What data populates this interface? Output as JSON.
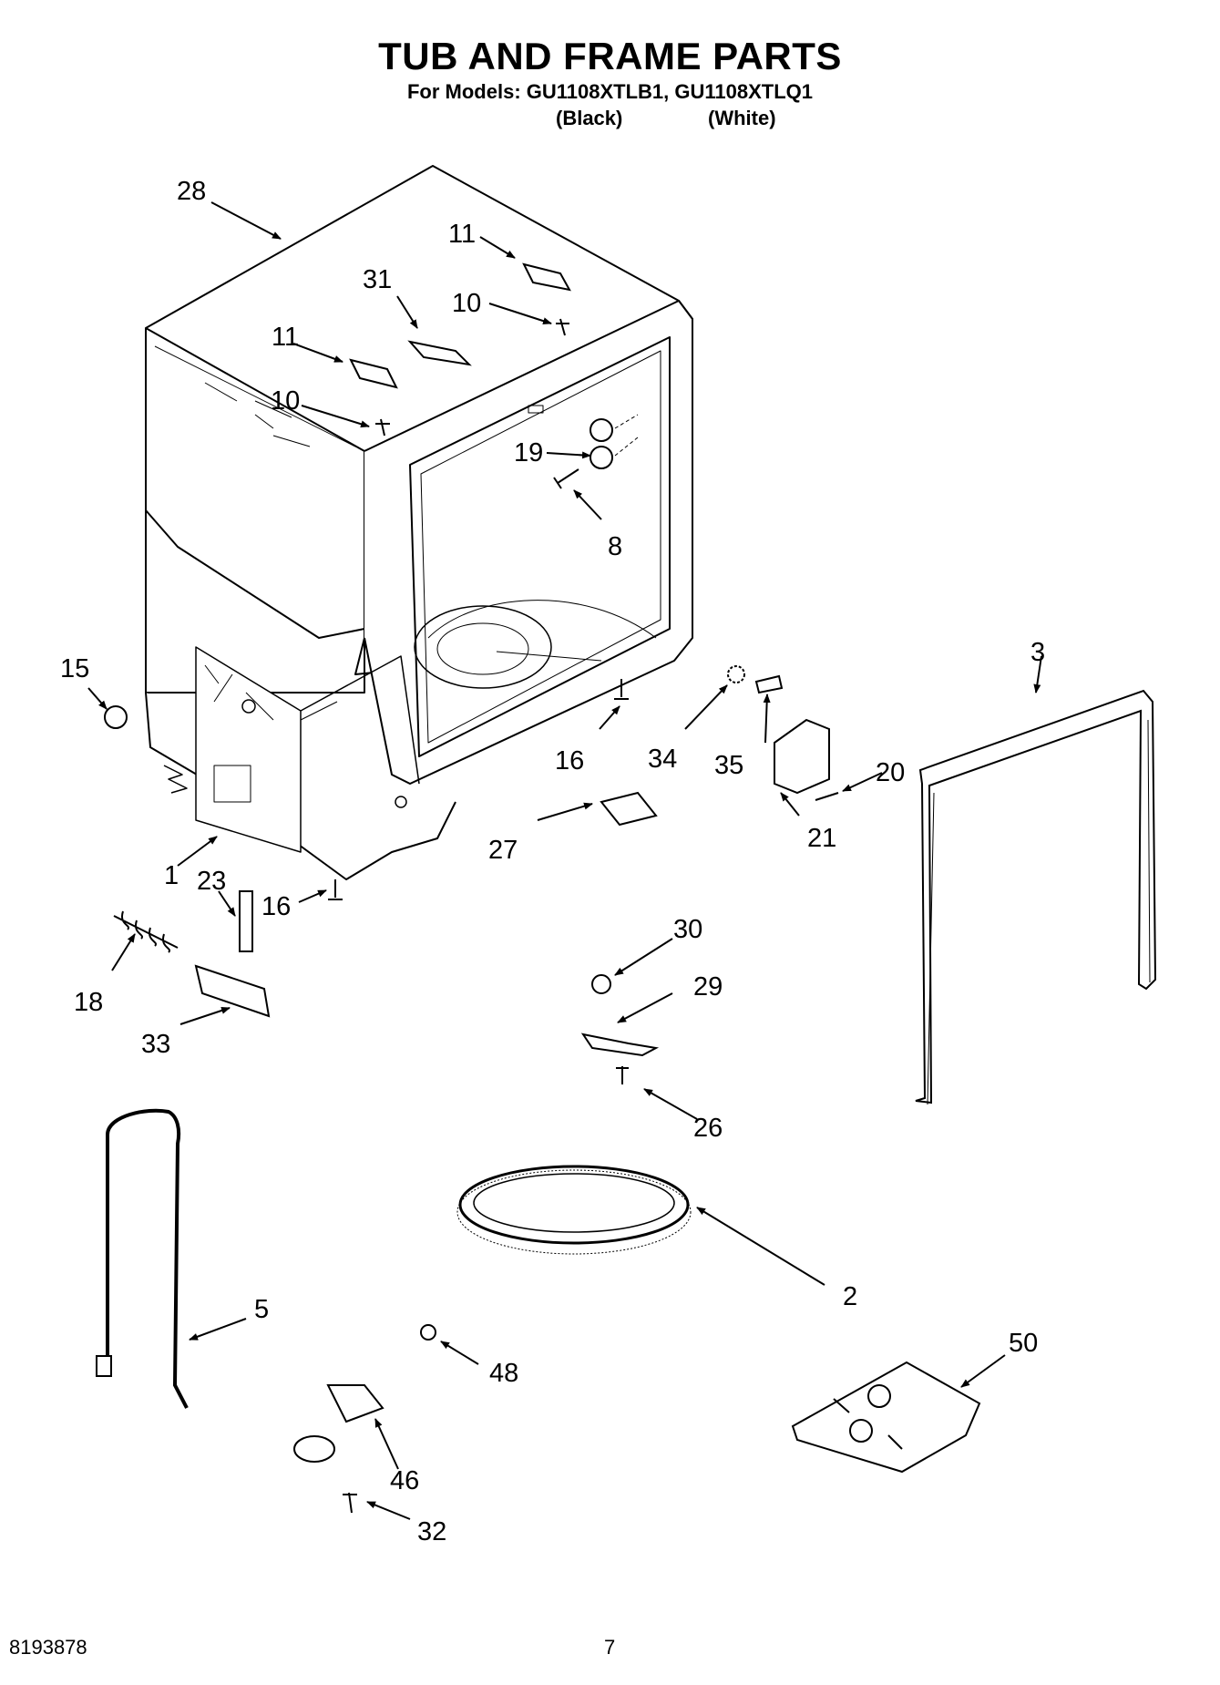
{
  "header": {
    "title": "TUB AND FRAME PARTS",
    "subtitle": "For Models: GU1108XTLB1, GU1108XTLQ1",
    "variants": [
      "(Black)",
      "(White)"
    ]
  },
  "callouts": {
    "p28": "28",
    "p11a": "11",
    "p31": "31",
    "p10a": "10",
    "p11b": "11",
    "p10b": "10",
    "p19": "19",
    "p8": "8",
    "p15": "15",
    "p3": "3",
    "p16a": "16",
    "p34": "34",
    "p20": "20",
    "p35": "35",
    "p21": "21",
    "p27": "27",
    "p1": "1",
    "p23": "23",
    "p16b": "16",
    "p30": "30",
    "p29": "29",
    "p18": "18",
    "p33": "33",
    "p26": "26",
    "p2": "2",
    "p5": "5",
    "p48": "48",
    "p50": "50",
    "p46": "46",
    "p32": "32"
  },
  "footer": {
    "doc_number": "8193878",
    "page_number": "7"
  },
  "colors": {
    "ink": "#000000",
    "paper": "#ffffff",
    "shade": "#bfbfbf"
  }
}
